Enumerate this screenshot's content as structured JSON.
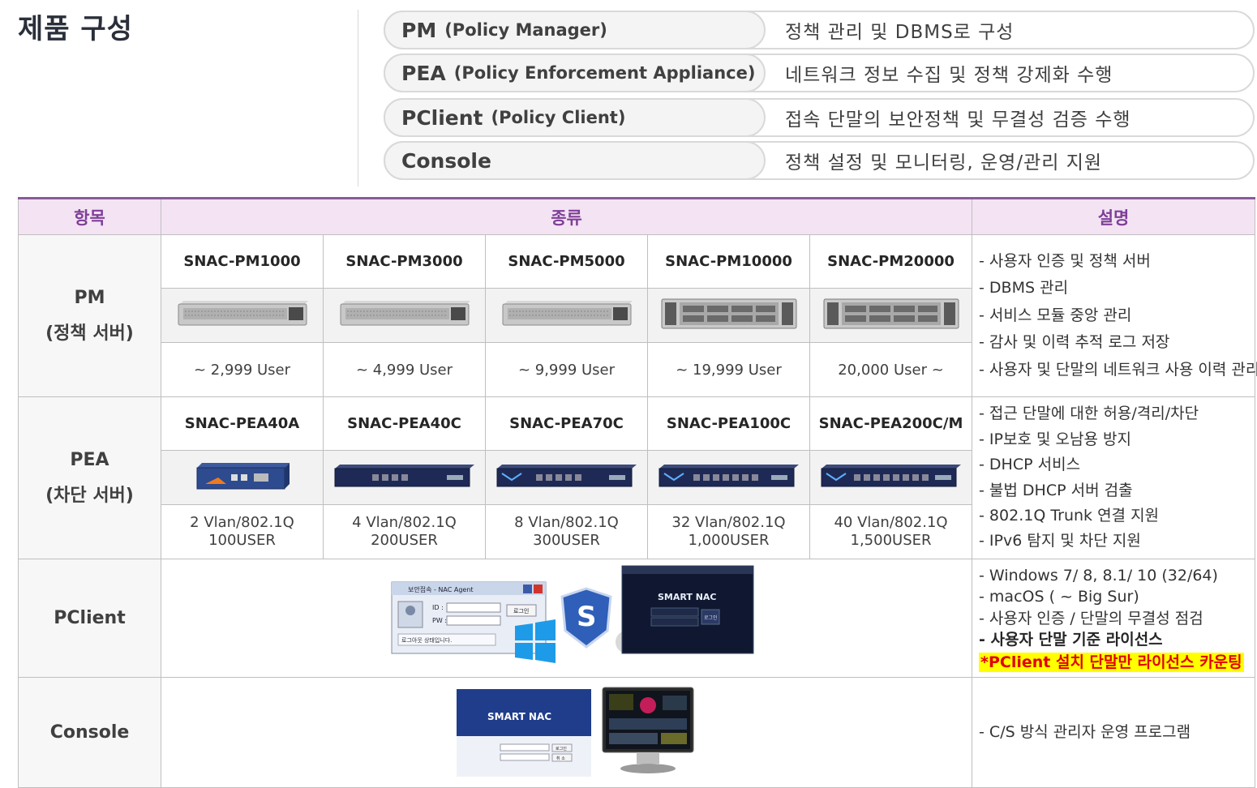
{
  "page_title": "제품 구성",
  "components": [
    {
      "abbr": "PM",
      "full": "(Policy Manager)",
      "desc": "정책 관리 및 DBMS로 구성"
    },
    {
      "abbr": "PEA",
      "full": "(Policy Enforcement Appliance)",
      "desc": "네트워크 정보 수집 및 정책 강제화 수행"
    },
    {
      "abbr": "PClient",
      "full": "(Policy Client)",
      "desc": "접속 단말의 보안정책 및 무결성 검증 수행"
    },
    {
      "abbr": "Console",
      "full": "",
      "desc": "정책 설정 및 모니터링, 운영/관리 지원"
    }
  ],
  "table": {
    "headers": {
      "item": "항목",
      "type": "종류",
      "desc": "설명"
    },
    "pm": {
      "label1": "PM",
      "label2": "(정책 서버)",
      "models": [
        "SNAC-PM1000",
        "SNAC-PM3000",
        "SNAC-PM5000",
        "SNAC-PM10000",
        "SNAC-PM20000"
      ],
      "users": [
        "~ 2,999 User",
        "~ 4,999 User",
        "~ 9,999 User",
        "~ 19,999 User",
        "20,000 User ~"
      ],
      "desc": [
        "- 사용자 인증 및 정책 서버",
        "- DBMS 관리",
        "- 서비스 모듈 중앙 관리",
        "- 감사 및 이력 추적 로그 저장",
        "- 사용자 및 단말의 네트워크 사용 이력 관리"
      ]
    },
    "pea": {
      "label1": "PEA",
      "label2": "(차단 서버)",
      "models": [
        "SNAC-PEA40A",
        "SNAC-PEA40C",
        "SNAC-PEA70C",
        "SNAC-PEA100C",
        "SNAC-PEA200C/M"
      ],
      "vlan": [
        "2 Vlan/802.1Q",
        "4 Vlan/802.1Q",
        "8 Vlan/802.1Q",
        "32 Vlan/802.1Q",
        "40 Vlan/802.1Q"
      ],
      "users": [
        "100USER",
        "200USER",
        "300USER",
        "1,000USER",
        "1,500USER"
      ],
      "desc": [
        "- 접근 단말에 대한 허용/격리/차단",
        "- IP보호 및 오남용 방지",
        "- DHCP 서비스",
        "- 불법 DHCP 서버 검출",
        "- 802.1Q Trunk 연결 지원",
        "- IPv6 탐지 및 차단 지원"
      ]
    },
    "pclient": {
      "label": "PClient",
      "desc": [
        "- Windows 7/ 8, 8.1/ 10 (32/64)",
        "- macOS ( ~ Big Sur)",
        "- 사용자 인증 / 단말의 무결성 점검"
      ],
      "desc_bold": "- 사용자 단말 기준 라이선스",
      "desc_highlight": "*PClient 설치 단말만 라이선스 카운팅",
      "agent": {
        "title": "보안접속 - NAC Agent",
        "id_label": "ID :",
        "pw_label": "PW :",
        "login": "로그인",
        "status": "로그아웃 상태입니다."
      },
      "mac": {
        "brand": "SMART NAC",
        "login": "로그인"
      }
    },
    "console": {
      "label": "Console",
      "desc": [
        "- C/S 방식 관리자 운영 프로그램"
      ],
      "login": {
        "brand": "SMART NAC",
        "login": "로그인",
        "cancel": "취 소"
      }
    }
  },
  "colors": {
    "header_bg": "#f3e3f3",
    "header_text": "#7f3f98",
    "highlight_bg": "#ffff00",
    "highlight_text": "#e00000"
  }
}
